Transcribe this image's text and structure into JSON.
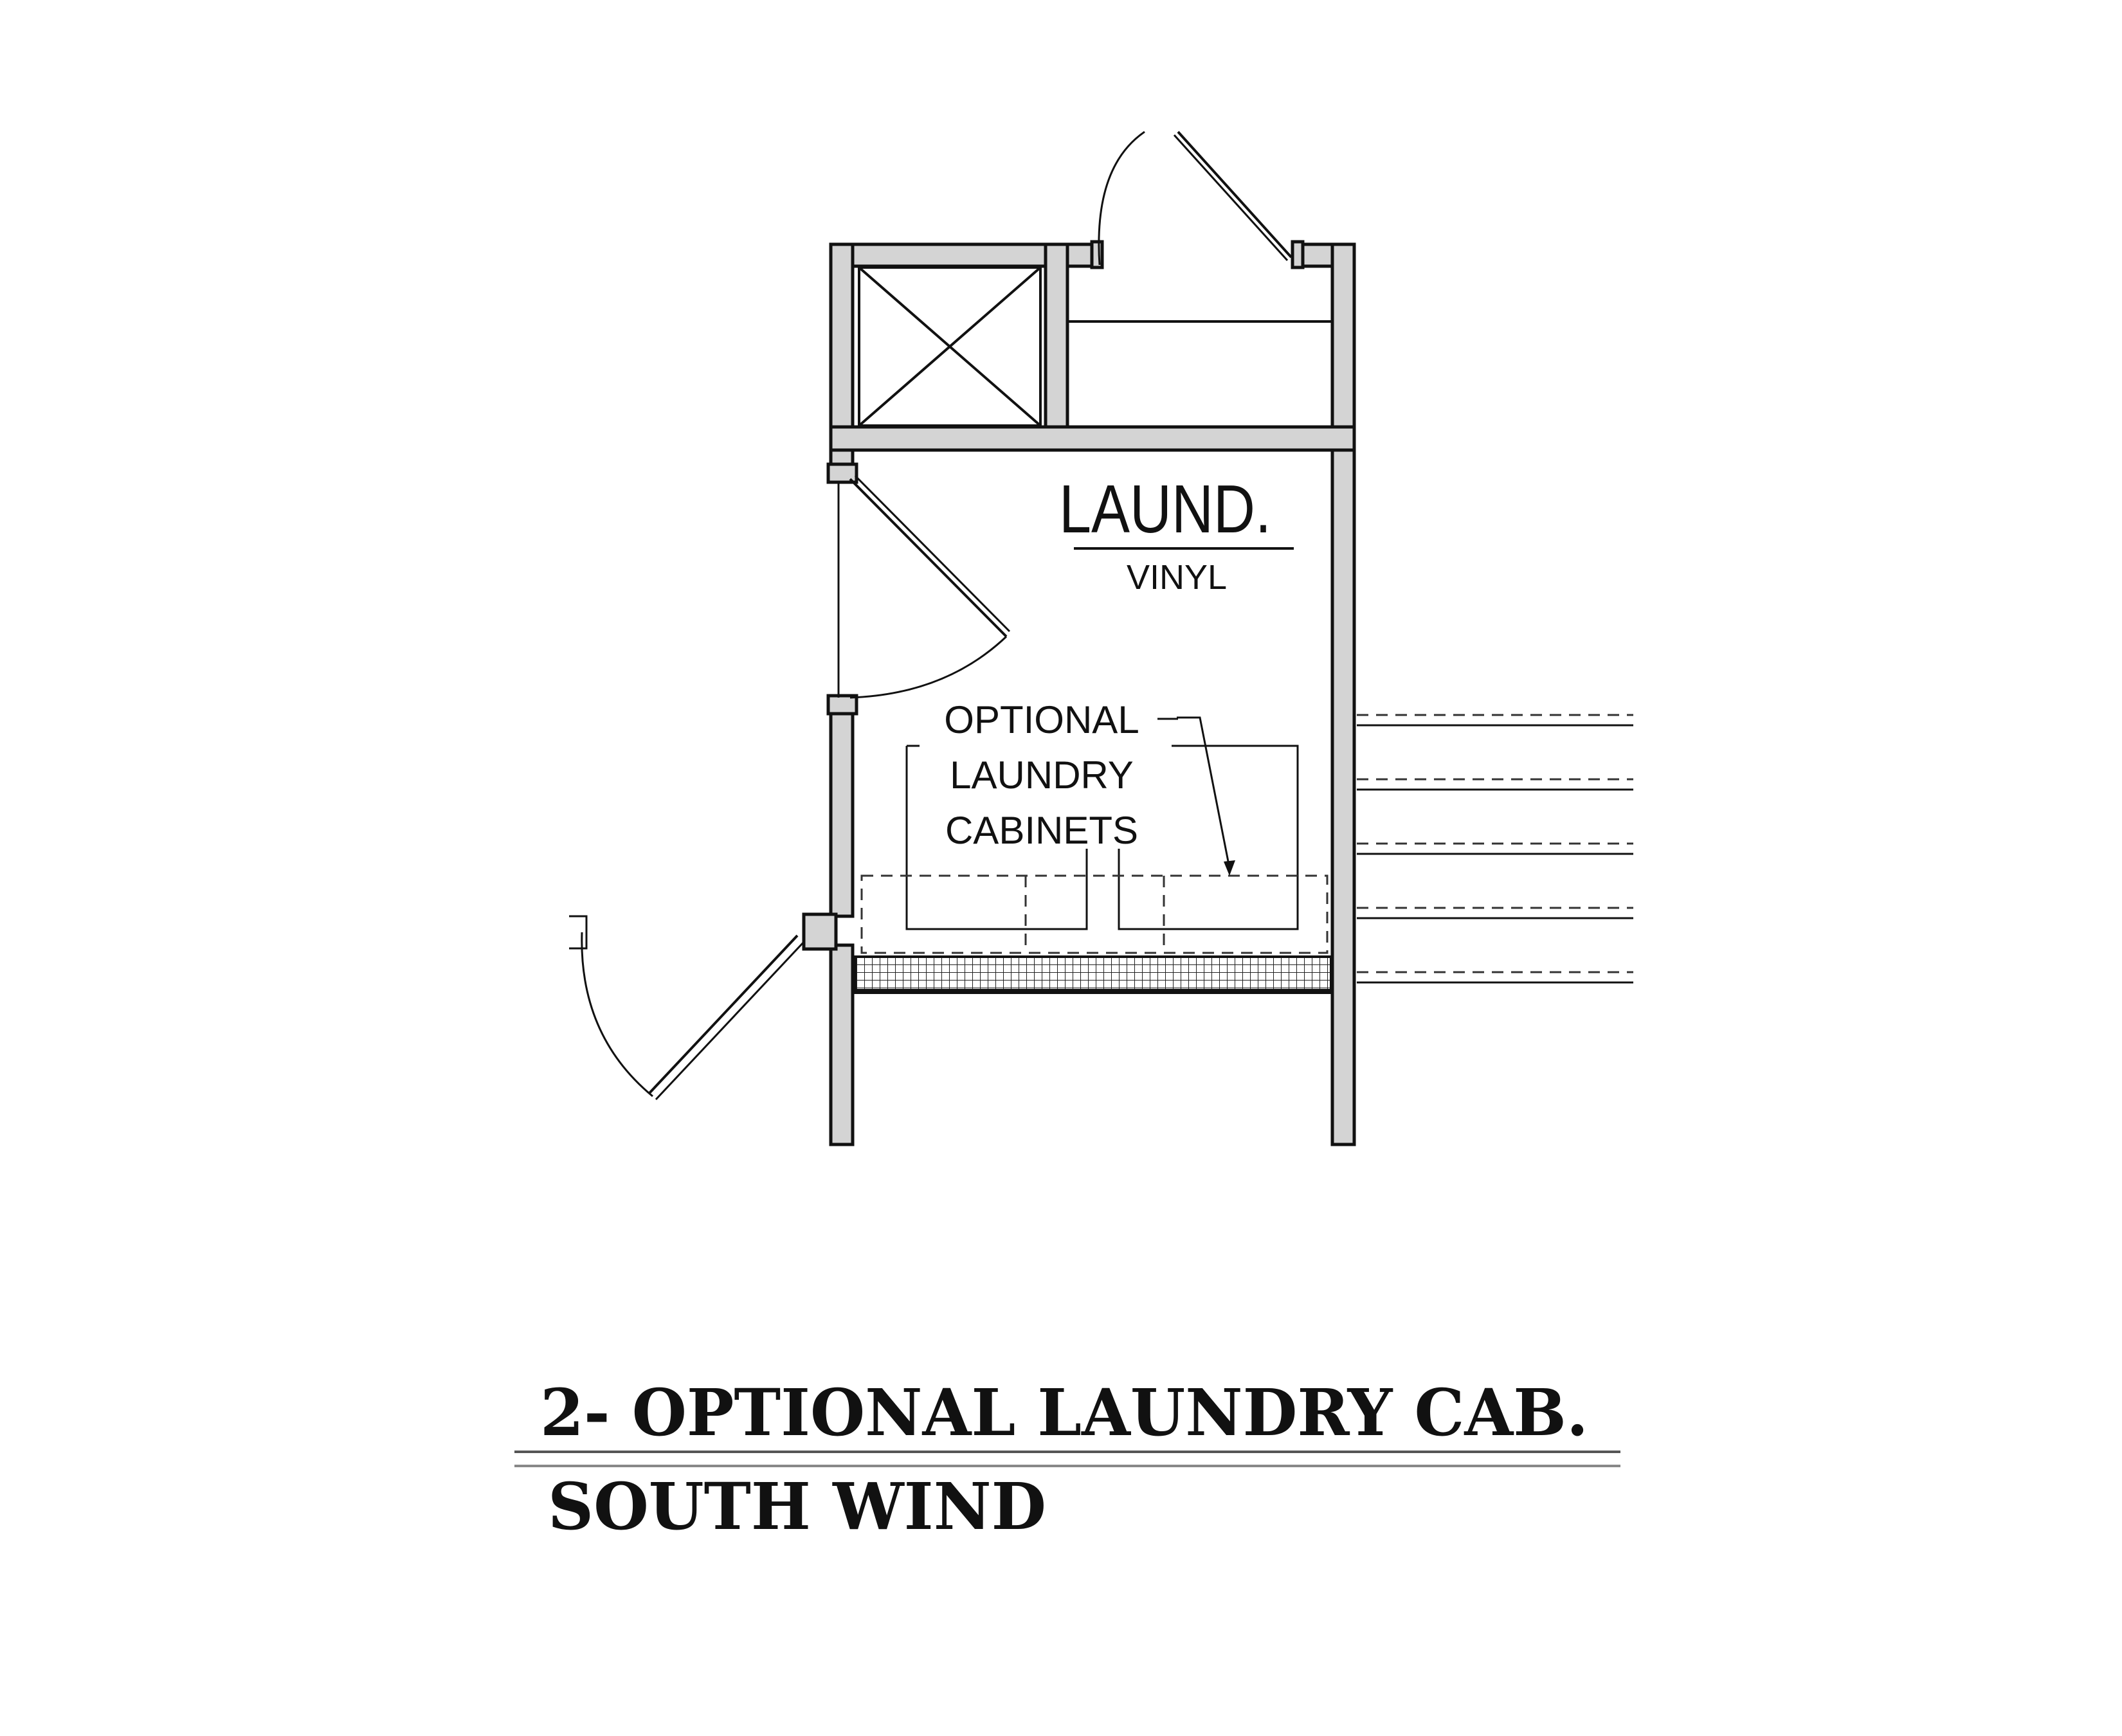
{
  "room": {
    "name": "LAUND.",
    "floor": "VINYL"
  },
  "callout": {
    "line1": "OPTIONAL",
    "line2": "LAUNDRY",
    "line3": "CABINETS"
  },
  "title": {
    "main": "2- OPTIONAL LAUNDRY CAB.",
    "sub": "SOUTH WIND"
  }
}
